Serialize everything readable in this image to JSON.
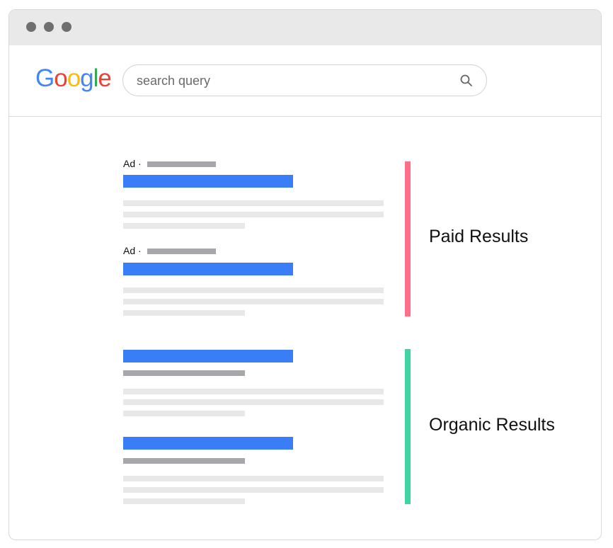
{
  "window": {
    "titlebar_dots": [
      "window-dot",
      "window-dot",
      "window-dot"
    ]
  },
  "header": {
    "logo_letters": [
      "G",
      "o",
      "o",
      "g",
      "l",
      "e"
    ],
    "logo_colors": [
      "#4285F4",
      "#EA4335",
      "#FBBC05",
      "#4285F4",
      "#34A853",
      "#EA4335"
    ],
    "search": {
      "value": "search query",
      "icon": "search-icon"
    }
  },
  "results": {
    "paid": {
      "label": "Paid Results",
      "accent_color": "#ff6f8a",
      "ads": [
        {
          "ad_prefix": "Ad ·"
        },
        {
          "ad_prefix": "Ad ·"
        }
      ]
    },
    "organic": {
      "label": "Organic Results",
      "accent_color": "#3dd6a3"
    }
  },
  "colors": {
    "title_bar_blue": "#3a7ef7",
    "url_gray": "#a6a6ab",
    "snippet_gray": "#e8e8e8"
  }
}
